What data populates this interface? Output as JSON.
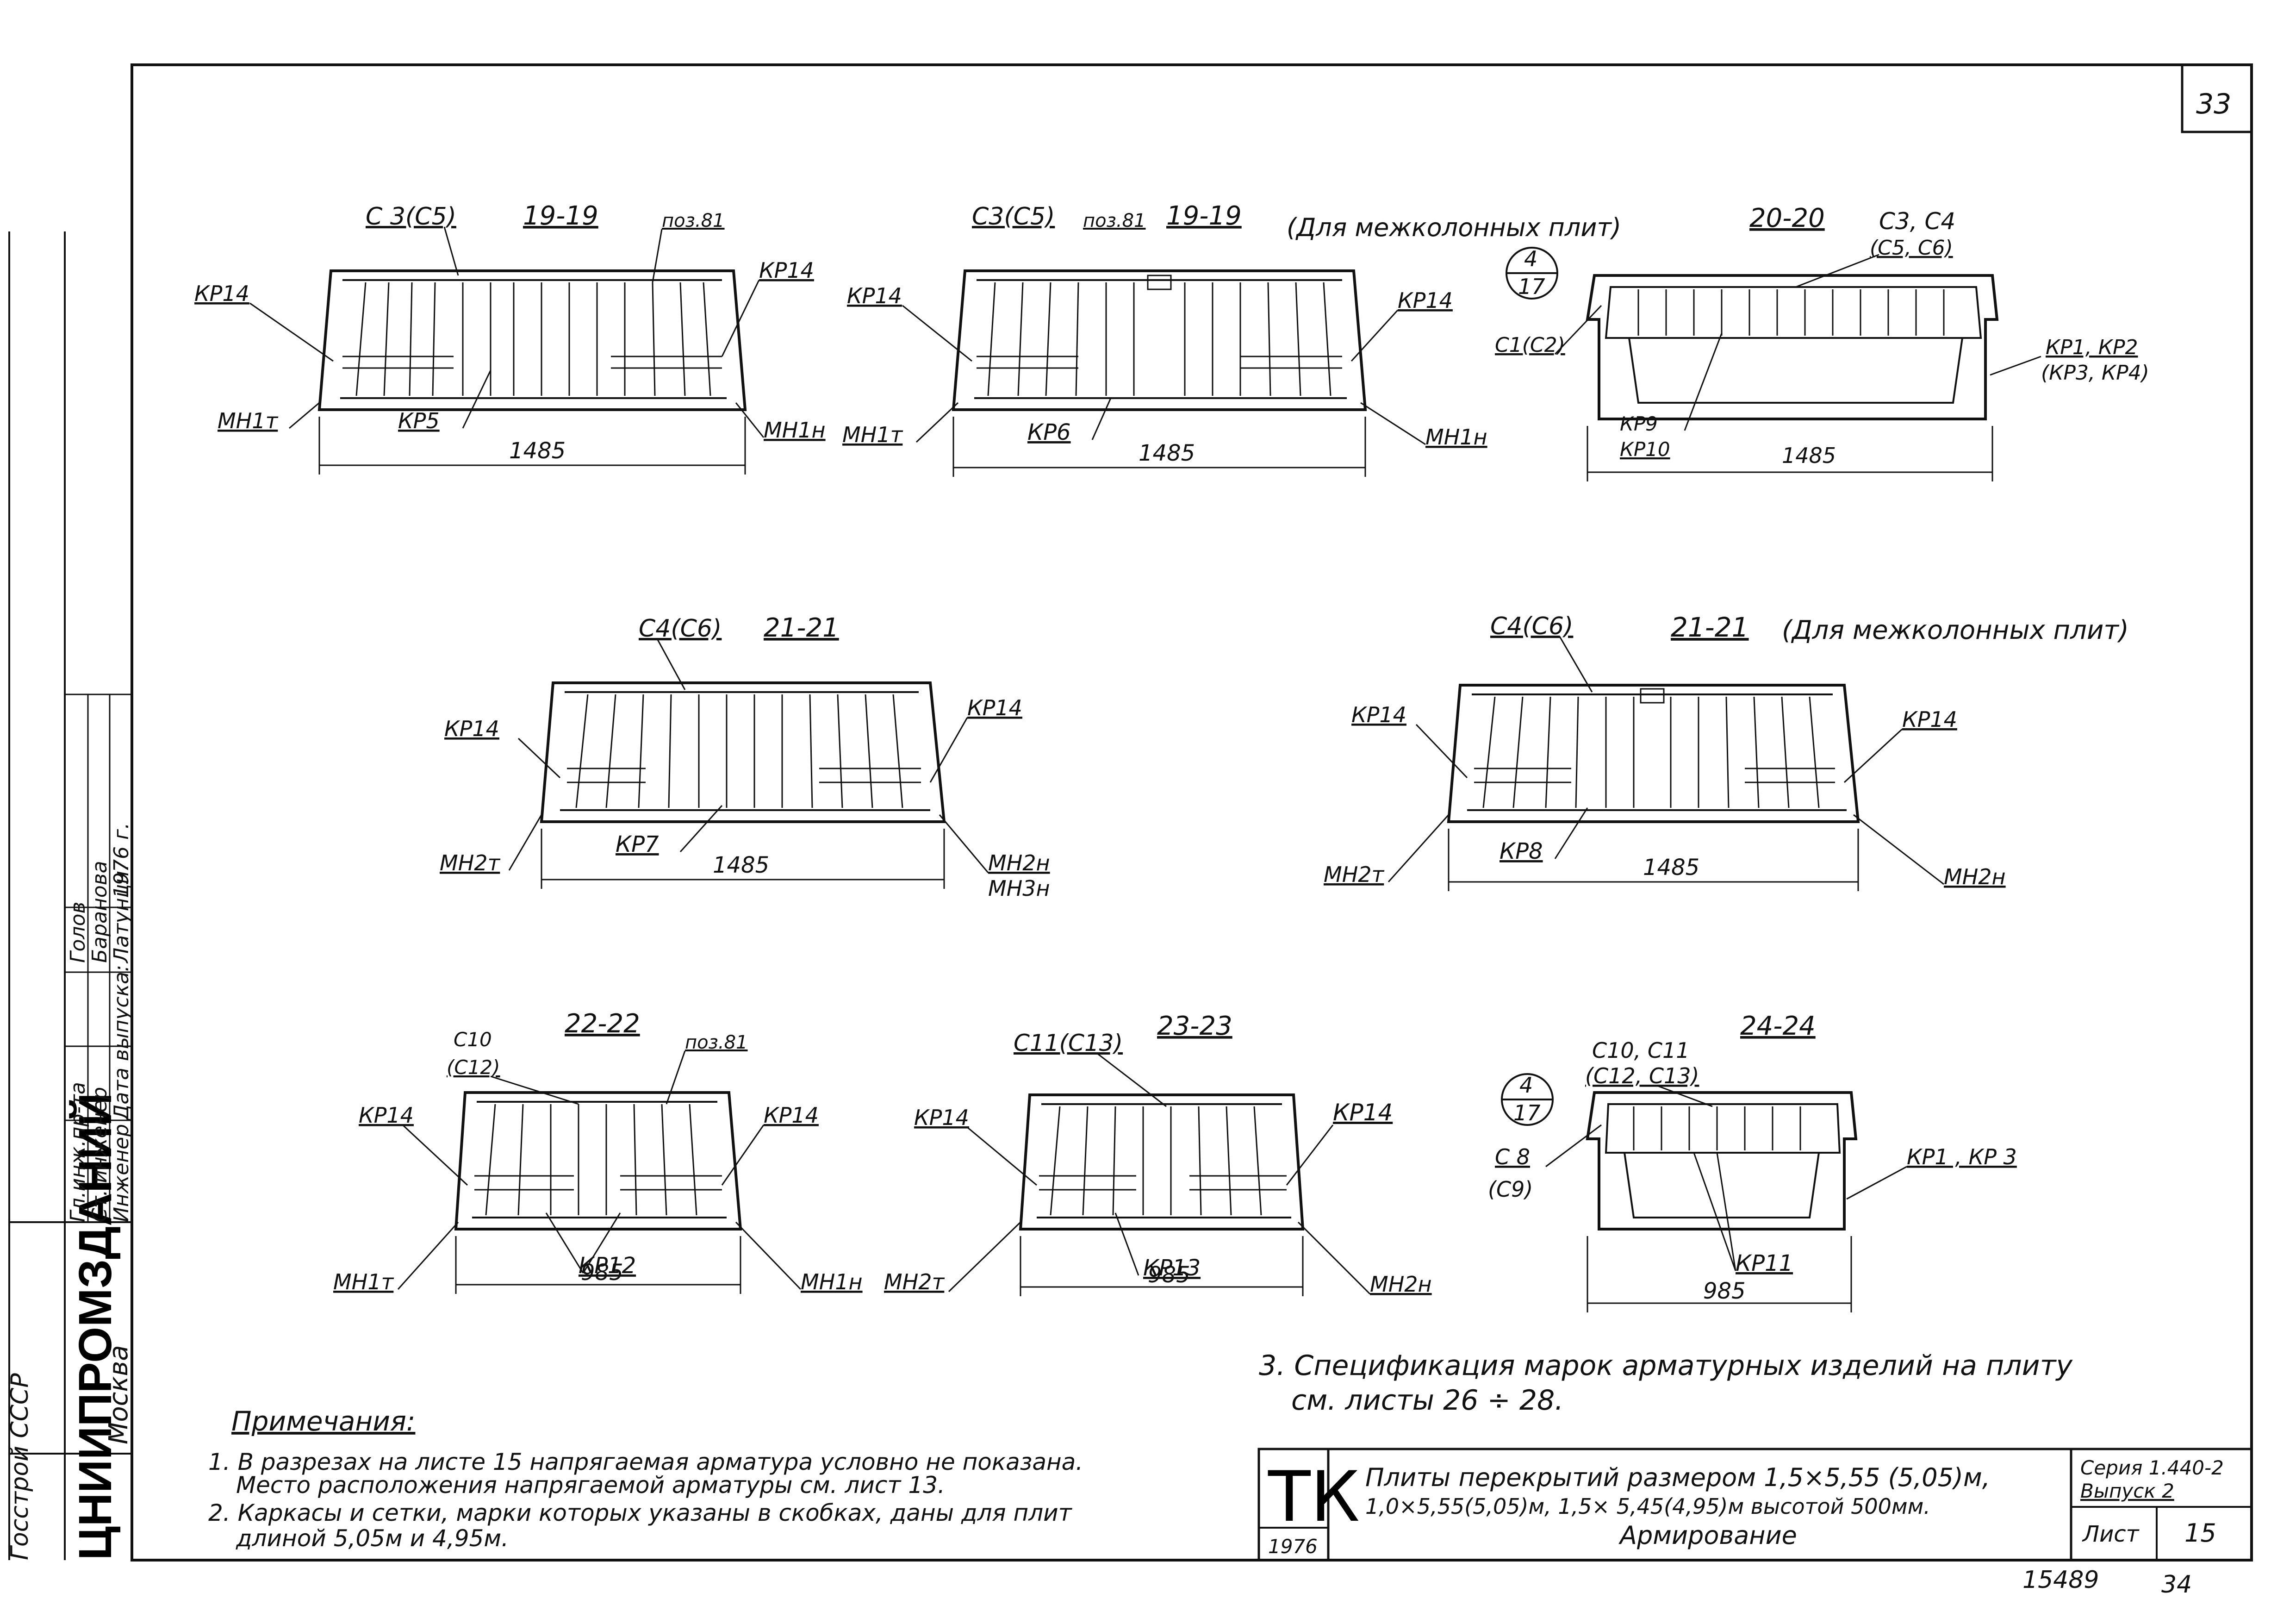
{
  "sheet_number": "33",
  "sections": [
    {
      "id": "19a",
      "cut": "19-19",
      "dim": "1485",
      "labels": {
        "top_left": "C 3(C5)",
        "top_right": "поз.81",
        "left": "КР14",
        "right": "КР14",
        "bottom_left": "МН1т",
        "bottom_mid": "КР5",
        "bottom_right": "МН1н"
      }
    },
    {
      "id": "19b",
      "cut": "19-19",
      "dim": "1485",
      "note": "(Для межколонных плит)",
      "labels": {
        "top_left": "C3(C5)",
        "top_right": "поз.81",
        "left": "КР14",
        "right": "КР14",
        "bottom_left": "МН1т",
        "bottom_mid": "КР6",
        "bottom_right": "МН1н"
      }
    },
    {
      "id": "20",
      "cut": "20-20",
      "dim": "1485",
      "callout_top": "4",
      "callout_bottom": "17",
      "labels": {
        "top_right": "C3, C4",
        "top_right2": "(C5, C6)",
        "left": "C1(C2)",
        "right": "КР1, КР2",
        "right2": "(КР3, КР4)",
        "bottom_left": "КР9",
        "bottom_left2": "КР10"
      }
    },
    {
      "id": "21a",
      "cut": "21-21",
      "dim": "1485",
      "labels": {
        "top_left": "C4(C6)",
        "left": "КР14",
        "right": "КР14",
        "bottom_left": "МН2т",
        "bottom_mid": "КР7",
        "bottom_right": "МН2н",
        "bottom_right2": "МН3н"
      }
    },
    {
      "id": "21b",
      "cut": "21-21",
      "dim": "1485",
      "note": "(Для межколонных плит)",
      "labels": {
        "top_left": "C4(C6)",
        "left": "КР14",
        "right": "КР14",
        "bottom_left": "МН2т",
        "bottom_mid": "КР8",
        "bottom_right": "МН2н"
      }
    },
    {
      "id": "22",
      "cut": "22-22",
      "dim": "985",
      "labels": {
        "top_left": "C10",
        "top_left2": "(C12)",
        "top_right": "поз.81",
        "left": "КР14",
        "right": "КР14",
        "bottom_left": "МН1т",
        "bottom_mid": "КР12",
        "bottom_right": "МН1н"
      }
    },
    {
      "id": "23",
      "cut": "23-23",
      "dim": "985",
      "labels": {
        "top_left": "C11(C13)",
        "left": "КР14",
        "right": "КР14",
        "bottom_left": "МН2т",
        "bottom_mid": "КР13",
        "bottom_right": "МН2н"
      }
    },
    {
      "id": "24",
      "cut": "24-24",
      "dim": "985",
      "callout_top": "4",
      "callout_bottom": "17",
      "labels": {
        "top_left": "C10, C11",
        "top_left2": "(C12, C13)",
        "left": "C 8",
        "left2": "(C9)",
        "right": "КР1 , КР 3",
        "bottom_mid": "КР11"
      }
    }
  ],
  "notes": {
    "item3_line1": "3. Спецификация марок арматурных изделий на плиту",
    "item3_line2": "см. листы  26 ÷ 28.",
    "heading": "Примечания:",
    "item1_line1": "1. В разрезах на листе 15 напрягаемая арматура условно не показана.",
    "item1_line2": "Место расположения напрягаемой арматуры см. лист 13.",
    "item2_line1": "2. Каркасы и сетки, марки которых указаны в скобках, даны для плит",
    "item2_line2": "длиной  5,05м и 4,95м."
  },
  "title_block": {
    "logo": "ТК",
    "year": "1976",
    "title_line1": "Плиты перекрытий размером 1,5×5,55 (5,05)м,",
    "title_line2": "1,0×5,55(5,05)м, 1,5× 5,45(4,95)м высотой 500мм.",
    "title_line3": "Армирование",
    "series_label": "Серия 1.440-2",
    "issue_label": "Выпуск 2",
    "sheet_label": "Лист",
    "sheet_value": "15"
  },
  "side_stamp": {
    "org": "ЦНИИПРОМЗДАНИЙ",
    "city": "Москва",
    "rows": [
      {
        "role": "Гл.инж.пр-та",
        "sig": "",
        "name": "Голов"
      },
      {
        "role": "Ст. инженер",
        "sig": "",
        "name": "Баранова"
      },
      {
        "role": "Инженер",
        "sig": "",
        "name": "Латунцн."
      },
      {
        "role": "Дата выпуска:",
        "sig": "",
        "name": "1976 г."
      }
    ],
    "left_edge": "Госстрой СССР"
  },
  "bottom_numbers": {
    "archive": "15489",
    "page": "34"
  }
}
